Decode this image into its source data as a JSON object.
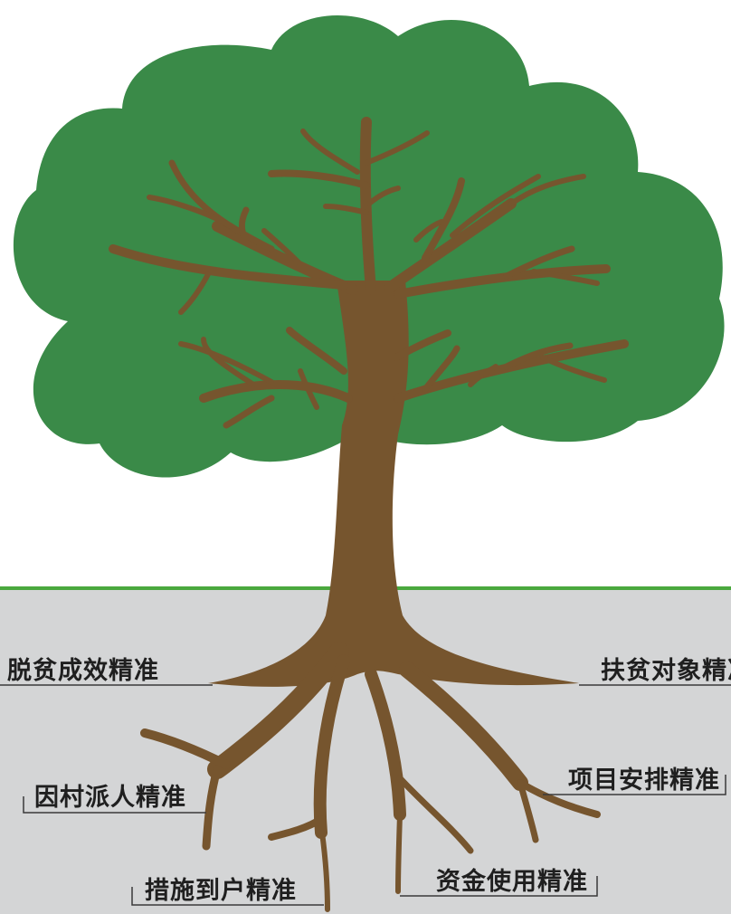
{
  "colors": {
    "canopy": "#3a8a48",
    "trunk": "#76552e",
    "ground": "#d4d5d6",
    "horizon": "#4aa83e",
    "text": "#1f1f1f"
  },
  "labels": {
    "tuopin": "脱贫成效精准",
    "duixiang": "扶贫对象精准",
    "yincun": "因村派人精准",
    "xiangmu": "项目安排精准",
    "cuoshi": "措施到户精准",
    "zijin": "资金使用精准"
  }
}
